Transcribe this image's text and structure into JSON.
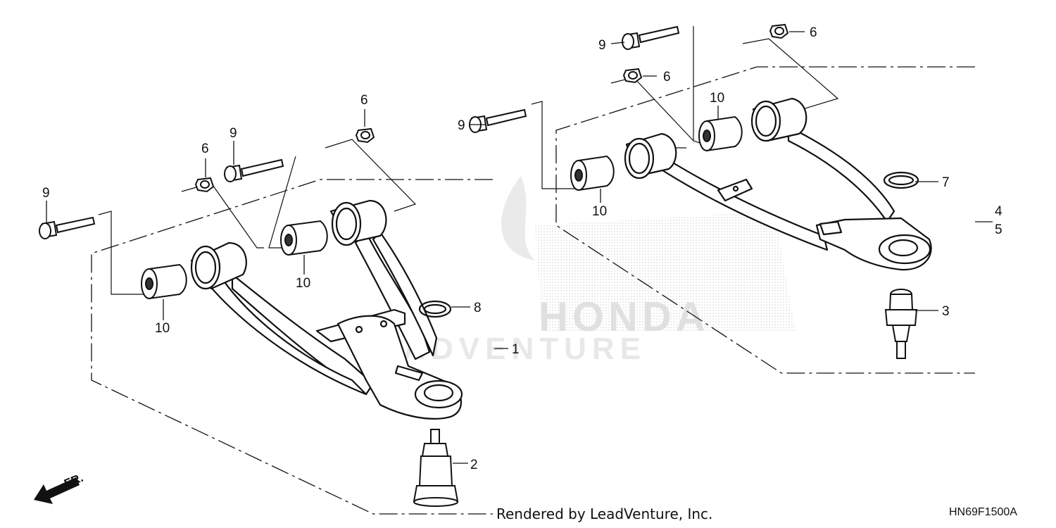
{
  "diagram": {
    "code": "HN69F1500A",
    "credit": "Rendered by LeadVenture, Inc.",
    "direction_label": "FR.",
    "watermark": {
      "brand": "HONDA",
      "dealer": "LEADVENTURE"
    },
    "callouts": {
      "lower_arm_assembly": "1",
      "lower_ball_joint": "2",
      "upper_ball_joint": "3",
      "upper_arm_assembly_a": "4",
      "upper_arm_assembly_b": "5",
      "nut_1": "6",
      "nut_2": "6",
      "nut_3": "6",
      "nut_4": "6",
      "circlip_upper": "7",
      "circlip_lower": "8",
      "bolt_1": "9",
      "bolt_2": "9",
      "bolt_3": "9",
      "bolt_4": "9",
      "bushing_1": "10",
      "bushing_2": "10",
      "bushing_3": "10",
      "bushing_4": "10"
    }
  }
}
